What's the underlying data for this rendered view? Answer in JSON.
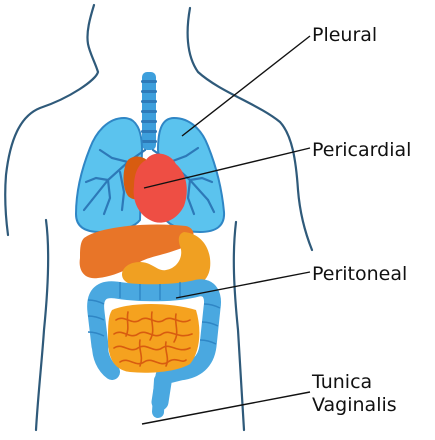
{
  "labels": {
    "pleural": "Pleural",
    "pericardial": "Pericardial",
    "peritoneal": "Peritoneal",
    "tunica_line1": "Tunica",
    "tunica_line2": "Vaginalis"
  },
  "colors": {
    "outline": "#2f5a7a",
    "lungs": "#5bc3ee",
    "lung_edge": "#2f86c5",
    "bronchi": "#2d79b8",
    "trachea": "#3d9fdc",
    "heart": "#ee4e44",
    "heart_dark": "#d85c10",
    "liver": "#e87528",
    "stomach": "#f0a022",
    "intestine": "#f5a21f",
    "colon": "#4aa8e0",
    "colon_edge": "#2f86c5",
    "leader": "#111111"
  }
}
